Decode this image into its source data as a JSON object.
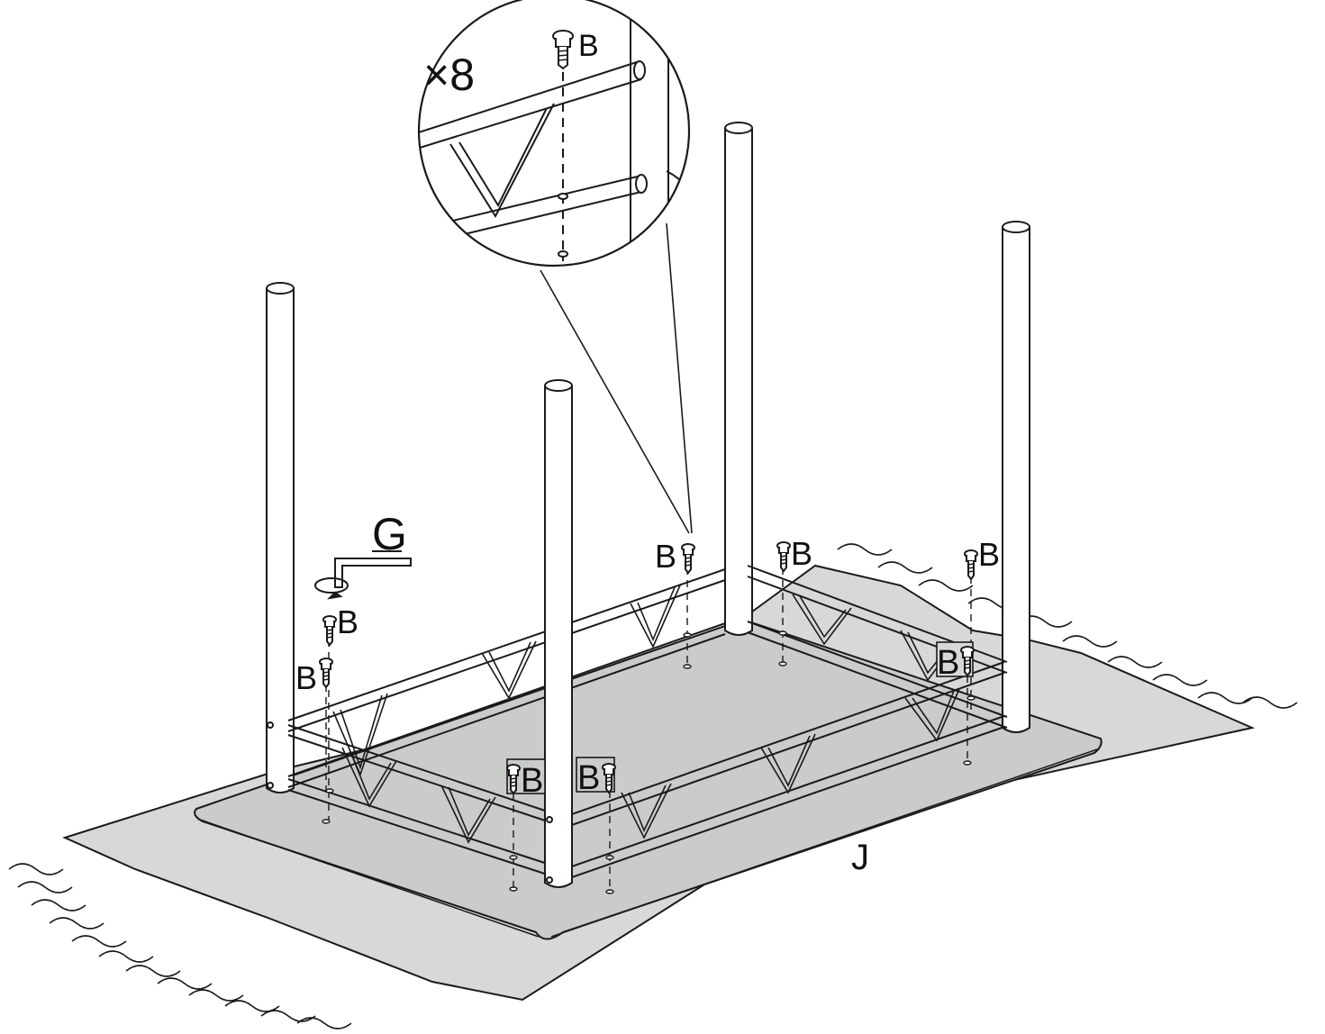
{
  "diagram": {
    "multiplier_label": "×8",
    "screw_label": "B",
    "tool_label": "G",
    "mat_label": "J",
    "colors": {
      "mat": "#d6d9d5",
      "tabletop": "#c9ccc8",
      "line": "#1a1a1a",
      "frame": "#ffffff"
    },
    "icons": [
      "screw-icon",
      "allen-key-icon",
      "rotate-arrow-icon",
      "magnifier-callout"
    ]
  }
}
